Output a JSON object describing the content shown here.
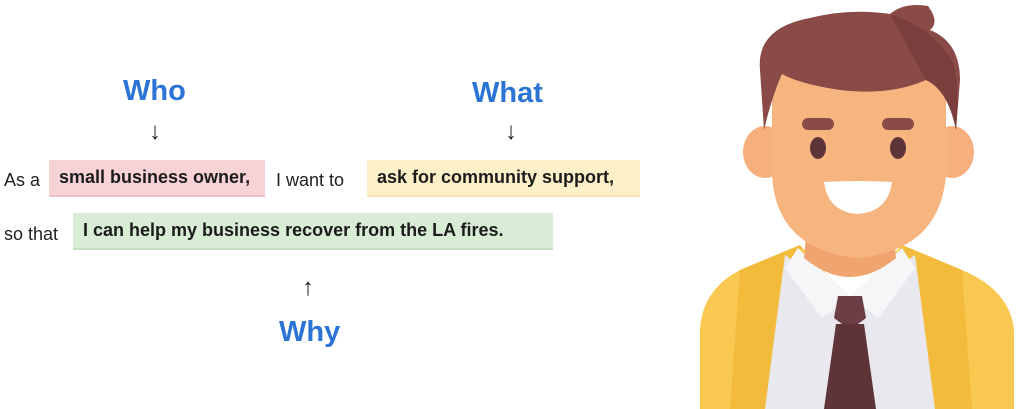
{
  "headings": {
    "who": "Who",
    "what": "What",
    "why": "Why"
  },
  "arrows": {
    "down": "↓",
    "up": "↑"
  },
  "sentence": {
    "prefix_1": "As a",
    "who_text": "small business owner,",
    "middle": "I want to",
    "what_text": "ask for community support,",
    "prefix_2": "so that",
    "why_text": "I can help my business recover from the LA fires."
  },
  "colors": {
    "heading_blue": "#2b74d6",
    "who_highlight": "#f7d3d6",
    "what_highlight": "#fdf0c8",
    "why_highlight": "#d8ecd6"
  },
  "illustration": {
    "icon": "businessman-avatar-icon"
  }
}
